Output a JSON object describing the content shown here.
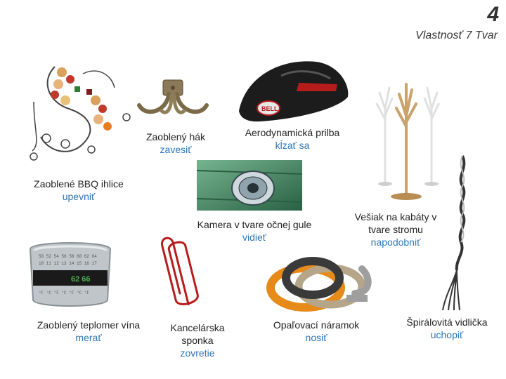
{
  "header": {
    "slide_number": "4",
    "subtitle": "Vlastnosť 7 Tvar"
  },
  "items": [
    {
      "name": "Zaoblené BBQ ihlice",
      "verb": "upevniť",
      "icon": "bbq-skewer-icon"
    },
    {
      "name": "Zaoblený hák",
      "verb": "zavesiť",
      "icon": "hook-icon"
    },
    {
      "name": "Aerodynamická prilba",
      "verb": "kĺzať sa",
      "icon": "helmet-icon"
    },
    {
      "name": "Kamera v tvare očnej gule",
      "verb": "vidieť",
      "icon": "eyeball-camera-icon"
    },
    {
      "name": "Vešiak na kabáty v tvare stromu",
      "verb": "napodobniť",
      "icon": "tree-coat-rack-icon"
    },
    {
      "name": "Zaoblený teplomer vína",
      "verb": "merať",
      "value": "62 66",
      "icon": "wine-thermometer-icon"
    },
    {
      "name": "Kancelárska sponka",
      "verb": "zovretie",
      "icon": "paper-clip-icon"
    },
    {
      "name": "Opaľovací náramok",
      "verb": "nosiť",
      "icon": "bracelet-icon"
    },
    {
      "name": "Špirálovitá vidlička",
      "verb": "uchopiť",
      "icon": "spiral-fork-icon"
    }
  ],
  "colors": {
    "text": "#222222",
    "verb": "#2e75b6"
  }
}
